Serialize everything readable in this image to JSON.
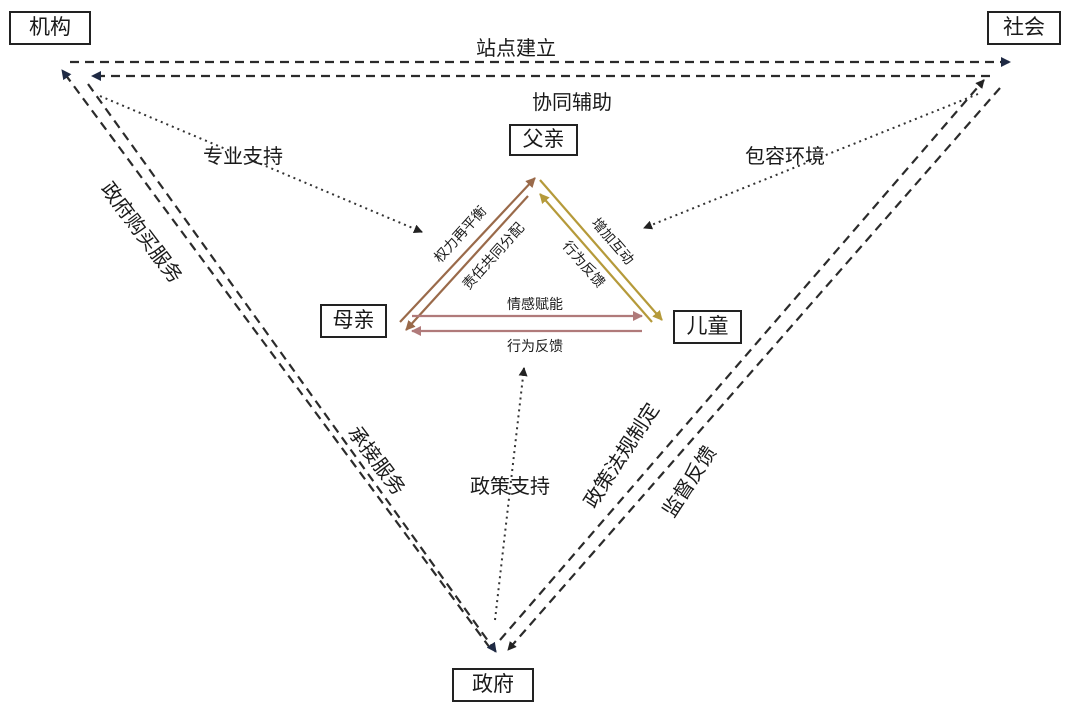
{
  "nodes": {
    "institution": "机构",
    "society": "社会",
    "government": "政府",
    "father": "父亲",
    "mother": "母亲",
    "child": "儿童"
  },
  "outer_labels": {
    "top_a": "站点建立",
    "top_b": "协同辅助",
    "left_a": "政府购买服务",
    "left_b": "承接服务",
    "right_a": "政策法规制定",
    "right_b": "监督反馈",
    "inst_to_center": "专业支持",
    "soc_to_center": "包容环境",
    "gov_to_center": "政策支持"
  },
  "inner_labels": {
    "mf_a": "权力再平衡",
    "mf_b": "责任共同分配",
    "fc_a": "增加互动",
    "fc_b": "行为反馈",
    "mc_a": "情感赋能",
    "mc_b": "行为反馈"
  },
  "colors": {
    "outer_line": "#2b2b2b",
    "arrow_navy": "#2a3550",
    "mother_father": "#9a6a4a",
    "father_child": "#b59a3a",
    "mother_child": "#b07a7a"
  }
}
